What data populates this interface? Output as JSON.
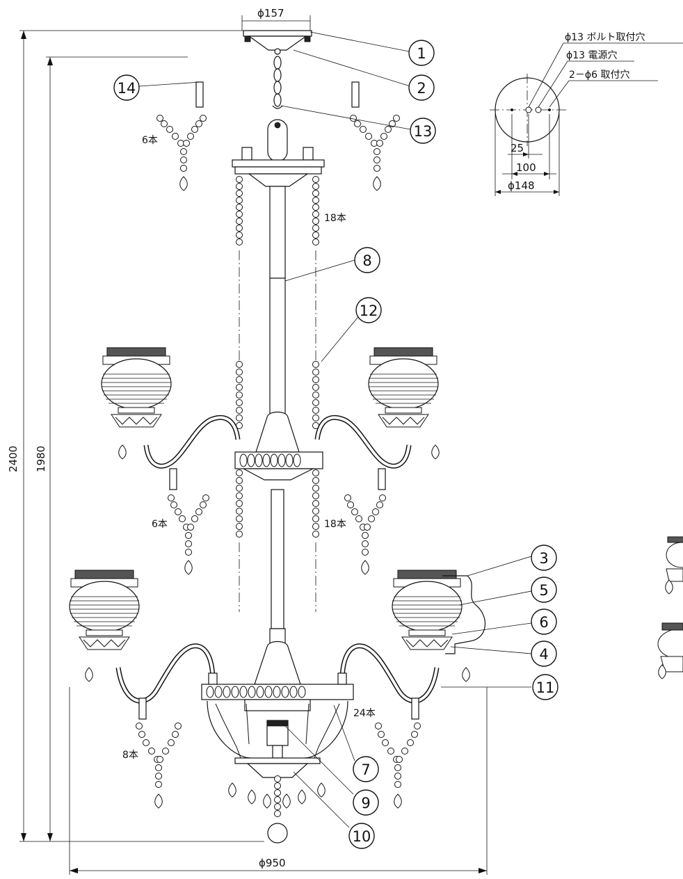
{
  "dimensions": {
    "top_diameter": "ϕ157",
    "total_height": "2400",
    "body_height": "1980",
    "overall_diameter": "ϕ950"
  },
  "canopy_detail": {
    "bolt_hole": "ϕ13 ボルト取付穴",
    "power_hole": "ϕ13 電源穴",
    "mount_holes": "2－ϕ6 取付穴",
    "dim_25": "25",
    "dim_100": "100",
    "dim_148": "ϕ148"
  },
  "counts": {
    "top_chains": "6本",
    "upper_strings": "18本",
    "mid_chains": "6本",
    "mid_strings": "18本",
    "lower_bowl": "24本",
    "bottom_chains": "8本"
  },
  "parts": [
    "1",
    "2",
    "3",
    "4",
    "5",
    "6",
    "7",
    "8",
    "9",
    "10",
    "11",
    "12",
    "13",
    "14"
  ]
}
